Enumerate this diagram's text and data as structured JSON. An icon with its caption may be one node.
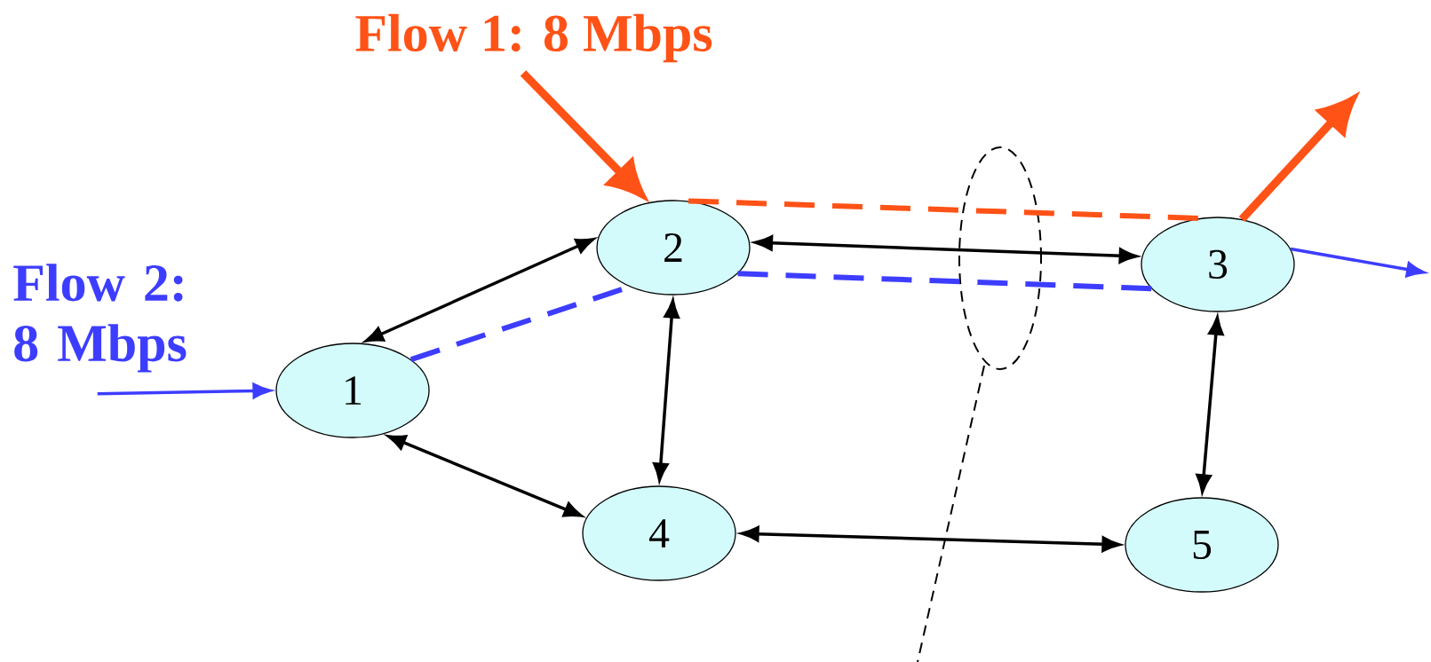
{
  "diagram": {
    "nodes": [
      {
        "text": [
          "Flow 1: 8 Mbps"
        ]
      },
      {
        "text": [
          "2"
        ]
      },
      {
        "text": [
          "3"
        ]
      },
      {
        "text": [
          "Flow 2: 8 Mbps"
        ]
      },
      {
        "text": [
          "1"
        ]
      },
      {
        "text": [
          "4"
        ]
      },
      {
        "text": [
          "5"
        ]
      }
    ],
    "edges": [
      {
        "from": 0,
        "to": 1,
        "arrow": "to",
        "style": "thick",
        "color": "#ff5216"
      },
      {
        "from": 1,
        "to": 2,
        "arrow": "none",
        "style": "dashed",
        "color": "#ff5216"
      },
      {
        "from": 2,
        "to": null,
        "arrow": "to",
        "style": "thick",
        "color": "#ff5216"
      },
      {
        "from": 3,
        "to": 4,
        "arrow": "to",
        "color": "#3d3dff"
      },
      {
        "from": 4,
        "to": 1,
        "arrow": "none",
        "style": "dashed",
        "color": "#3d3dff"
      },
      {
        "from": 1,
        "to": 2,
        "arrow": "none",
        "style": "dashed",
        "color": "#3d3dff"
      },
      {
        "from": 2,
        "to": null,
        "arrow": "to",
        "color": "#3d3dff"
      },
      {
        "from": 4,
        "to": 1,
        "arrow": "both"
      },
      {
        "from": 1,
        "to": 2,
        "arrow": "both"
      },
      {
        "from": 1,
        "to": 5,
        "arrow": "both"
      },
      {
        "from": 4,
        "to": 5,
        "arrow": "both"
      },
      {
        "from": 5,
        "to": 6,
        "arrow": "both"
      },
      {
        "from": 2,
        "to": 6,
        "arrow": "both"
      }
    ]
  }
}
